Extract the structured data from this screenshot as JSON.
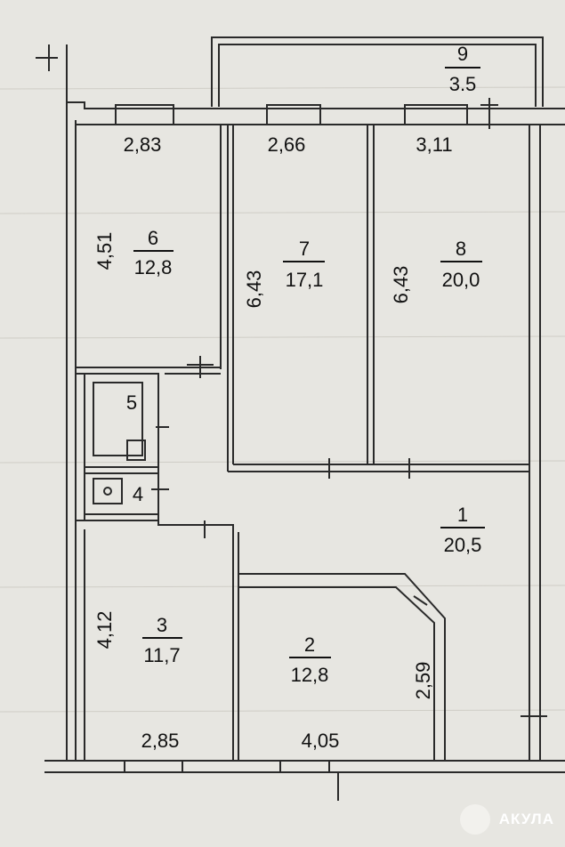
{
  "rooms": [
    {
      "number": "1",
      "area": "20,5"
    },
    {
      "number": "2",
      "area": "12,8"
    },
    {
      "number": "3",
      "area": "11,7"
    },
    {
      "number": "4"
    },
    {
      "number": "5"
    },
    {
      "number": "6",
      "area": "12,8"
    },
    {
      "number": "7",
      "area": "17,1"
    },
    {
      "number": "8",
      "area": "20,0"
    },
    {
      "number": "9",
      "area": "3.5"
    }
  ],
  "dimensions": {
    "room6_width": "2,83",
    "room7_width": "2,66",
    "room8_width": "3,11",
    "room6_length": "4,51",
    "room7_length": "6,43",
    "room8_length": "6,43",
    "room3_length": "4,12",
    "room3_width": "2,85",
    "room2_width": "4,05",
    "room2_length": "2,59"
  },
  "watermark": {
    "text": "АКУЛА"
  }
}
